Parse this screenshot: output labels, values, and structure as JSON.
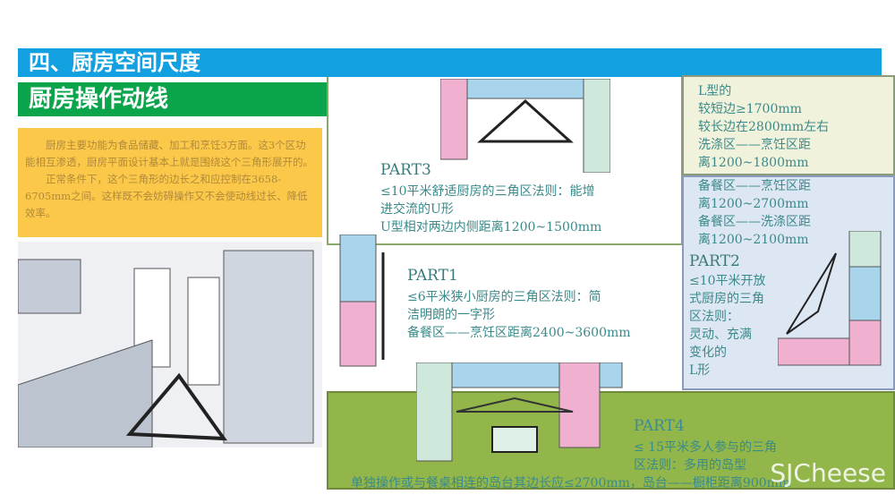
{
  "header": {
    "title": "四、厨房空间尺度",
    "subtitle": "厨房操作动线"
  },
  "intro": {
    "p1": "厨房主要功能为食品储藏、加工和烹饪3方面。这3个区功能相互渗透，厨房平面设计基本上就是围绕这个三角形展开的。",
    "p2": "正常条件下，这个三角形的边长之和应控制在3658-6705mm之间。这样既不会妨碍操作又不会使动线过长、降低效率。"
  },
  "part3": {
    "title": "PART3",
    "lines": [
      "≤10平米舒适厨房的三角区法则：能增",
      "进交流的U形",
      "U型相对两边内侧距离1200~1500mm"
    ]
  },
  "part1": {
    "title": "PART1",
    "lines": [
      "≤6平米狭小厨房的三角区法则：简",
      "洁明朗的一字形",
      "备餐区——烹饪区距离2400~3600mm"
    ]
  },
  "ltype": {
    "lines": [
      "L型的",
      "较短边≥1700mm",
      "较长边在2800mm左右",
      "洗涤区——烹饪区距",
      "离1200~1800mm",
      "备餐区——烹饪区距",
      "离1200~2700mm",
      "备餐区——洗涤区距",
      "离1200~2100mm"
    ]
  },
  "part2": {
    "title": "PART2",
    "lines": [
      "≤10平米开放",
      "式厨房的三角",
      "区法则：",
      "灵动、充满",
      "变化的",
      "L形"
    ]
  },
  "part4": {
    "title": "PART4",
    "lines": [
      "≤ 15平米多人参与的三角",
      "区法则：多用的岛型"
    ],
    "footer": "单独操作或与餐桌相连的岛台其边长应≤2700mm，岛台——橱柜距离900mm"
  },
  "watermark": "SJCheese",
  "colors": {
    "blue": "#12a0e0",
    "green": "#0aa54a",
    "yellow": "#fcc84a",
    "olive": "#92b64a",
    "text": "#3a8a8a"
  }
}
